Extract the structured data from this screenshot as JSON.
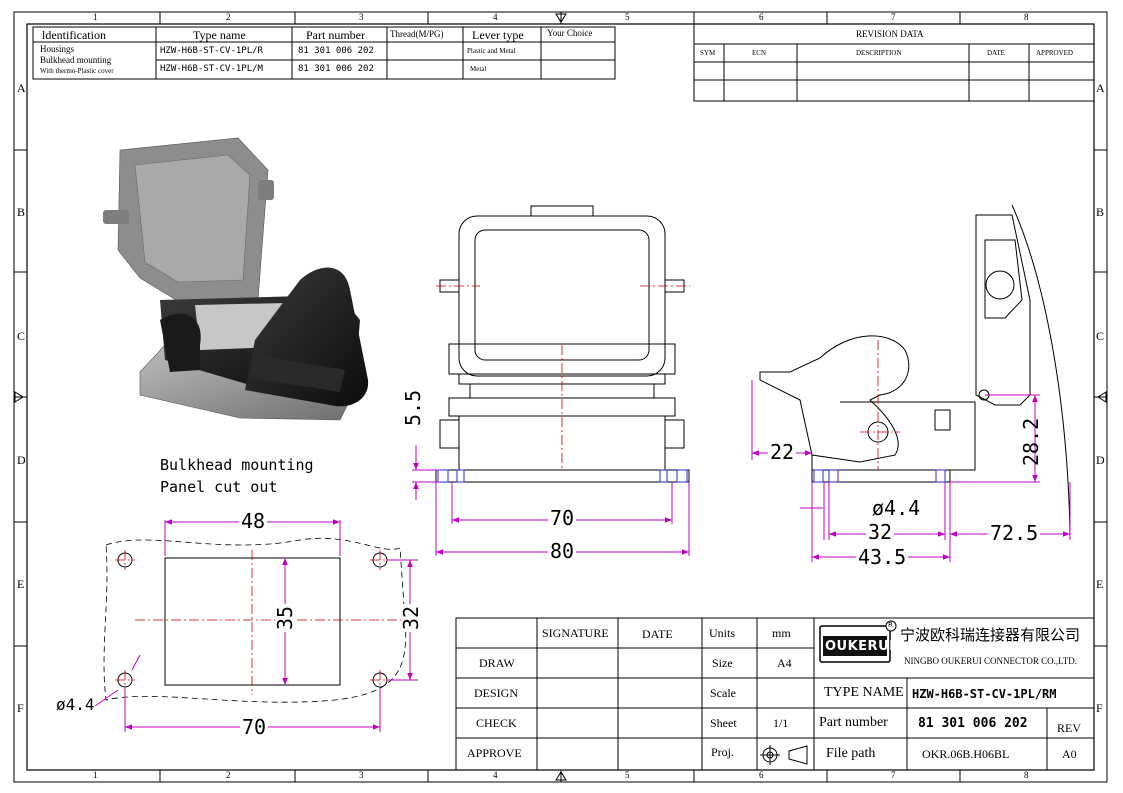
{
  "frame": {
    "top_numbers": [
      "1",
      "2",
      "3",
      "4",
      "5",
      "6",
      "7",
      "8"
    ],
    "bottom_numbers": [
      "1",
      "2",
      "3",
      "4",
      "5",
      "6",
      "7",
      "8"
    ],
    "left_letters": [
      "A",
      "B",
      "C",
      "D",
      "E",
      "F"
    ],
    "right_letters": [
      "A",
      "B",
      "C",
      "D",
      "E",
      "F"
    ]
  },
  "ident_table": {
    "headers": [
      "ldentification",
      "Type name",
      "Part number",
      "Thread(M/PG)",
      "Lever type",
      "Your Choice"
    ],
    "ident_lines": [
      "Housings",
      "Bulkhead mounting",
      "With thermo-Plastic cover"
    ],
    "rows": [
      {
        "type_name": "HZW-H6B-ST-CV-1PL/R",
        "part_number": "81 301 006 202",
        "thread": "",
        "lever": "Plastic and Metal",
        "choice": ""
      },
      {
        "type_name": "HZW-H6B-ST-CV-1PL/M",
        "part_number": "81 301 006 202",
        "thread": "",
        "lever": "Metal",
        "choice": ""
      }
    ]
  },
  "revision": {
    "title": "REVISION   DATA",
    "headers": [
      "SYM",
      "ECN",
      "DESCRIPTION",
      "DATE",
      "APPROVED"
    ]
  },
  "views": {
    "panel_title_1": "Bulkhead mounting",
    "panel_title_2": "Panel cut out"
  },
  "dimensions": {
    "front_height": "5.5",
    "front_inner": "70",
    "front_outer": "80",
    "side_offset": "22",
    "side_height": "28.2",
    "side_hole": "ø4.4",
    "side_32": "32",
    "side_43": "43.5",
    "side_72": "72.5",
    "cut_48": "48",
    "cut_35": "35",
    "cut_32": "32",
    "cut_hole": "ø4.4",
    "cut_70": "70"
  },
  "title_block": {
    "signature": "SIGNATURE",
    "date": "DATE",
    "draw": "DRAW",
    "design": "DESIGN",
    "check": "CHECK",
    "approve": "APPROVE",
    "units_label": "Units",
    "units_value": "mm",
    "size_label": "Size",
    "size_value": "A4",
    "scale_label": "Scale",
    "scale_value": "",
    "sheet_label": "Sheet",
    "sheet_value": "1/1",
    "proj_label": "Proj.",
    "logo_text": "OUKERUI",
    "logo_mark": "R",
    "company_cn": "宁波欧科瑞连接器有限公司",
    "company_en": "NINGBO OUKERUI CONNECTOR CO.,LTD.",
    "type_name_label": "TYPE NAME",
    "type_name_value": "HZW-H6B-ST-CV-1PL/RM",
    "part_number_label": "Part number",
    "part_number_value": "81 301 006 202",
    "rev_label": "REV",
    "file_path_label": "File path",
    "file_path_value": "OKR.06B.H06BL",
    "rev_value": "A0"
  },
  "colors": {
    "dimension": "#c000c0",
    "centerline": "#d00000",
    "hatch": "#2a2adc",
    "line": "#000000"
  }
}
